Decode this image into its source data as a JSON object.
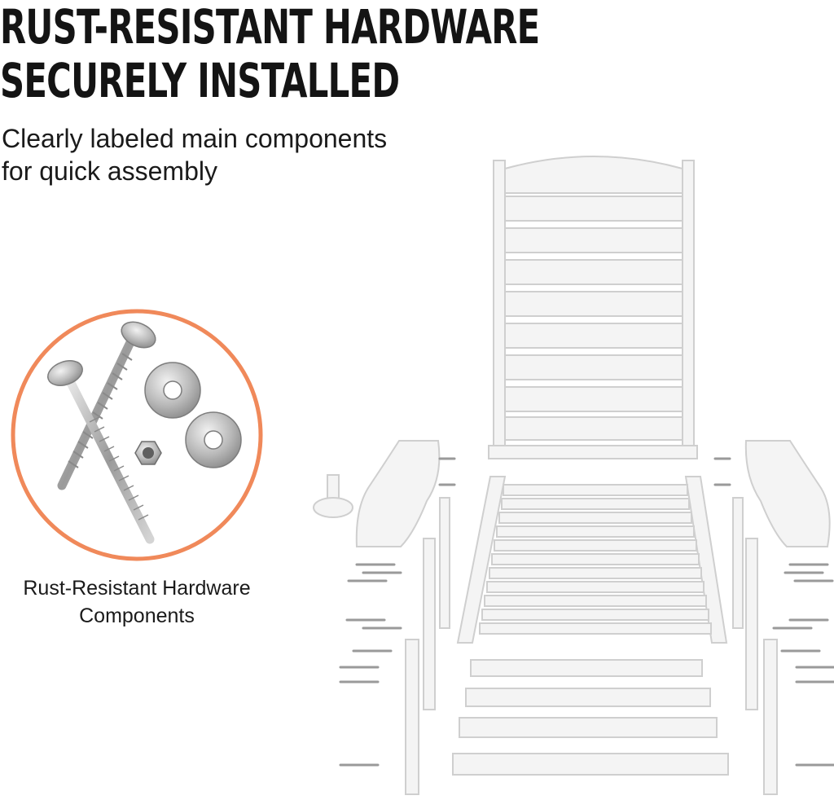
{
  "headline": {
    "line1": "RUST-RESISTANT HARDWARE",
    "line2": "SECURELY INSTALLED"
  },
  "subheading": {
    "line1": "Clearly labeled main components",
    "line2": "for quick assembly"
  },
  "hardware": {
    "caption_line1": "Rust-Resistant Hardware",
    "caption_line2": "Components",
    "ring_color": "#f0895a"
  },
  "colors": {
    "text": "#141414",
    "panel_fill": "#f4f4f4",
    "panel_stroke": "#cfcfcf",
    "metal": "#b7b7b7"
  }
}
